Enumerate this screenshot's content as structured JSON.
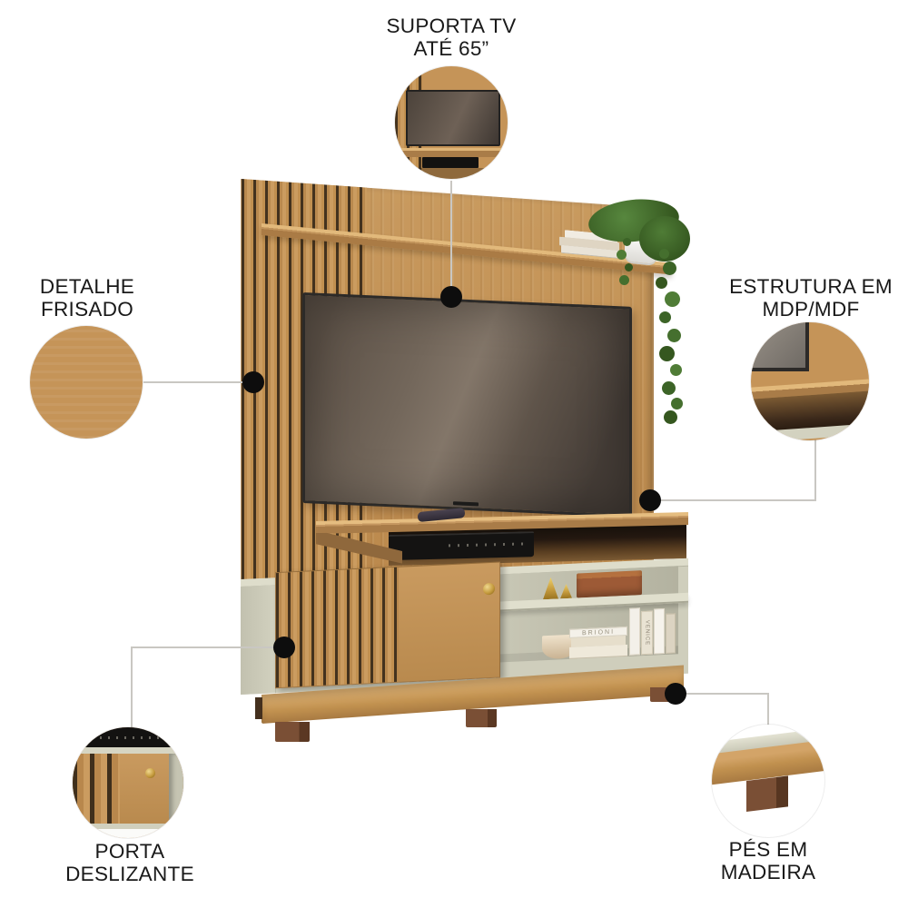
{
  "annotations": {
    "tv": {
      "label_line1": "SUPORTA TV",
      "label_line2": "ATÉ 65”"
    },
    "fluted": {
      "label_line1": "DETALHE",
      "label_line2": "FRISADO"
    },
    "structure": {
      "label_line1": "ESTRUTURA EM",
      "label_line2": "MDP/MDF"
    },
    "door": {
      "label_line1": "PORTA",
      "label_line2": "DESLIZANTE"
    },
    "feet": {
      "label_line1": "PÉS EM",
      "label_line2": "MADEIRA"
    }
  },
  "decor": {
    "book_stack_title": "BRIONI",
    "book_spine_title": "VENICE"
  },
  "colors": {
    "wood": "#c29154",
    "wood_groove": "#43321e",
    "cabinet_sage": "#cfcebc",
    "foot_walnut": "#6b452e",
    "tv_screen": "#6a5e52",
    "gold": "#c59b3e",
    "plant_green": "#47722f",
    "leader_line": "#c9c7c2",
    "callout_dot": "#0d0d0d",
    "label_text": "#191919",
    "background": "#ffffff"
  }
}
